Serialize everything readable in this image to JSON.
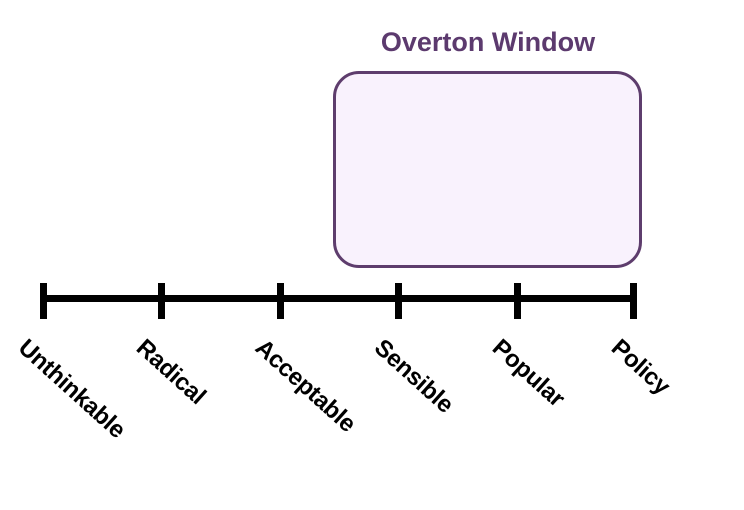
{
  "diagram": {
    "type": "overton-window-scale",
    "title": "Overton Window",
    "background_color": "#ffffff"
  },
  "window_box": {
    "label": "Overton Window",
    "fill_color": "#f9f2fd",
    "border_color": "#5e3d6d",
    "title_color": "#5c3a6e",
    "covers_categories": [
      "Sensible",
      "Popular",
      "Policy"
    ],
    "spans_from": "Acceptable",
    "spans_to": "Policy"
  },
  "axis": {
    "color": "#000000",
    "tick_count": 6,
    "labels": [
      {
        "text": "Unthinkable"
      },
      {
        "text": "Radical"
      },
      {
        "text": "Acceptable"
      },
      {
        "text": "Sensible"
      },
      {
        "text": "Popular"
      },
      {
        "text": "Policy"
      }
    ]
  },
  "chart_data": {
    "type": "bar",
    "title": "Overton Window",
    "xlabel": "",
    "ylabel": "",
    "categories": [
      "Unthinkable",
      "Radical",
      "Acceptable",
      "Sensible",
      "Popular",
      "Policy"
    ],
    "values": [
      0,
      0,
      0,
      0,
      0,
      0
    ],
    "annotations": [
      {
        "text": "Overton Window",
        "type": "rounded-rectangle",
        "x_start": "Acceptable",
        "x_end": "Policy",
        "fill": "#f9f2fd",
        "stroke": "#5e3d6d"
      }
    ],
    "grid": false,
    "legend": "none"
  }
}
